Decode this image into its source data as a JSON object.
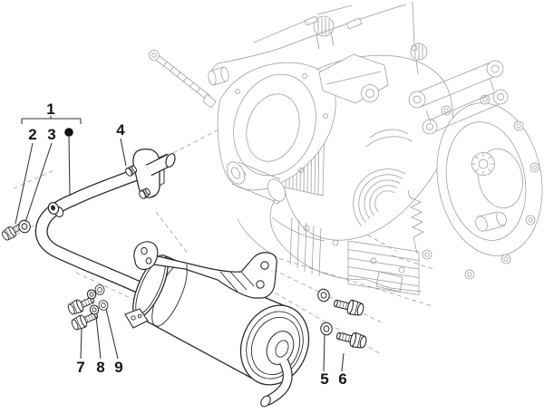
{
  "figure": {
    "type": "exploded-parts-diagram",
    "description": "Engine with exhaust pipe and muffler assembly, numbered part callouts",
    "callouts": [
      {
        "label": "1"
      },
      {
        "label": "2"
      },
      {
        "label": "3"
      },
      {
        "label": "4"
      },
      {
        "label": "5"
      },
      {
        "label": "6"
      },
      {
        "label": "7"
      },
      {
        "label": "8"
      },
      {
        "label": "9"
      }
    ],
    "group_marker": {
      "type": "filled-dot"
    },
    "colors": {
      "background": "#ffffff",
      "part_line": "#2a2a2a",
      "engine_line": "#9a9a9a",
      "dashed_line": "#aaaaaa",
      "leader_line": "#333333",
      "label_text": "#141414"
    }
  }
}
